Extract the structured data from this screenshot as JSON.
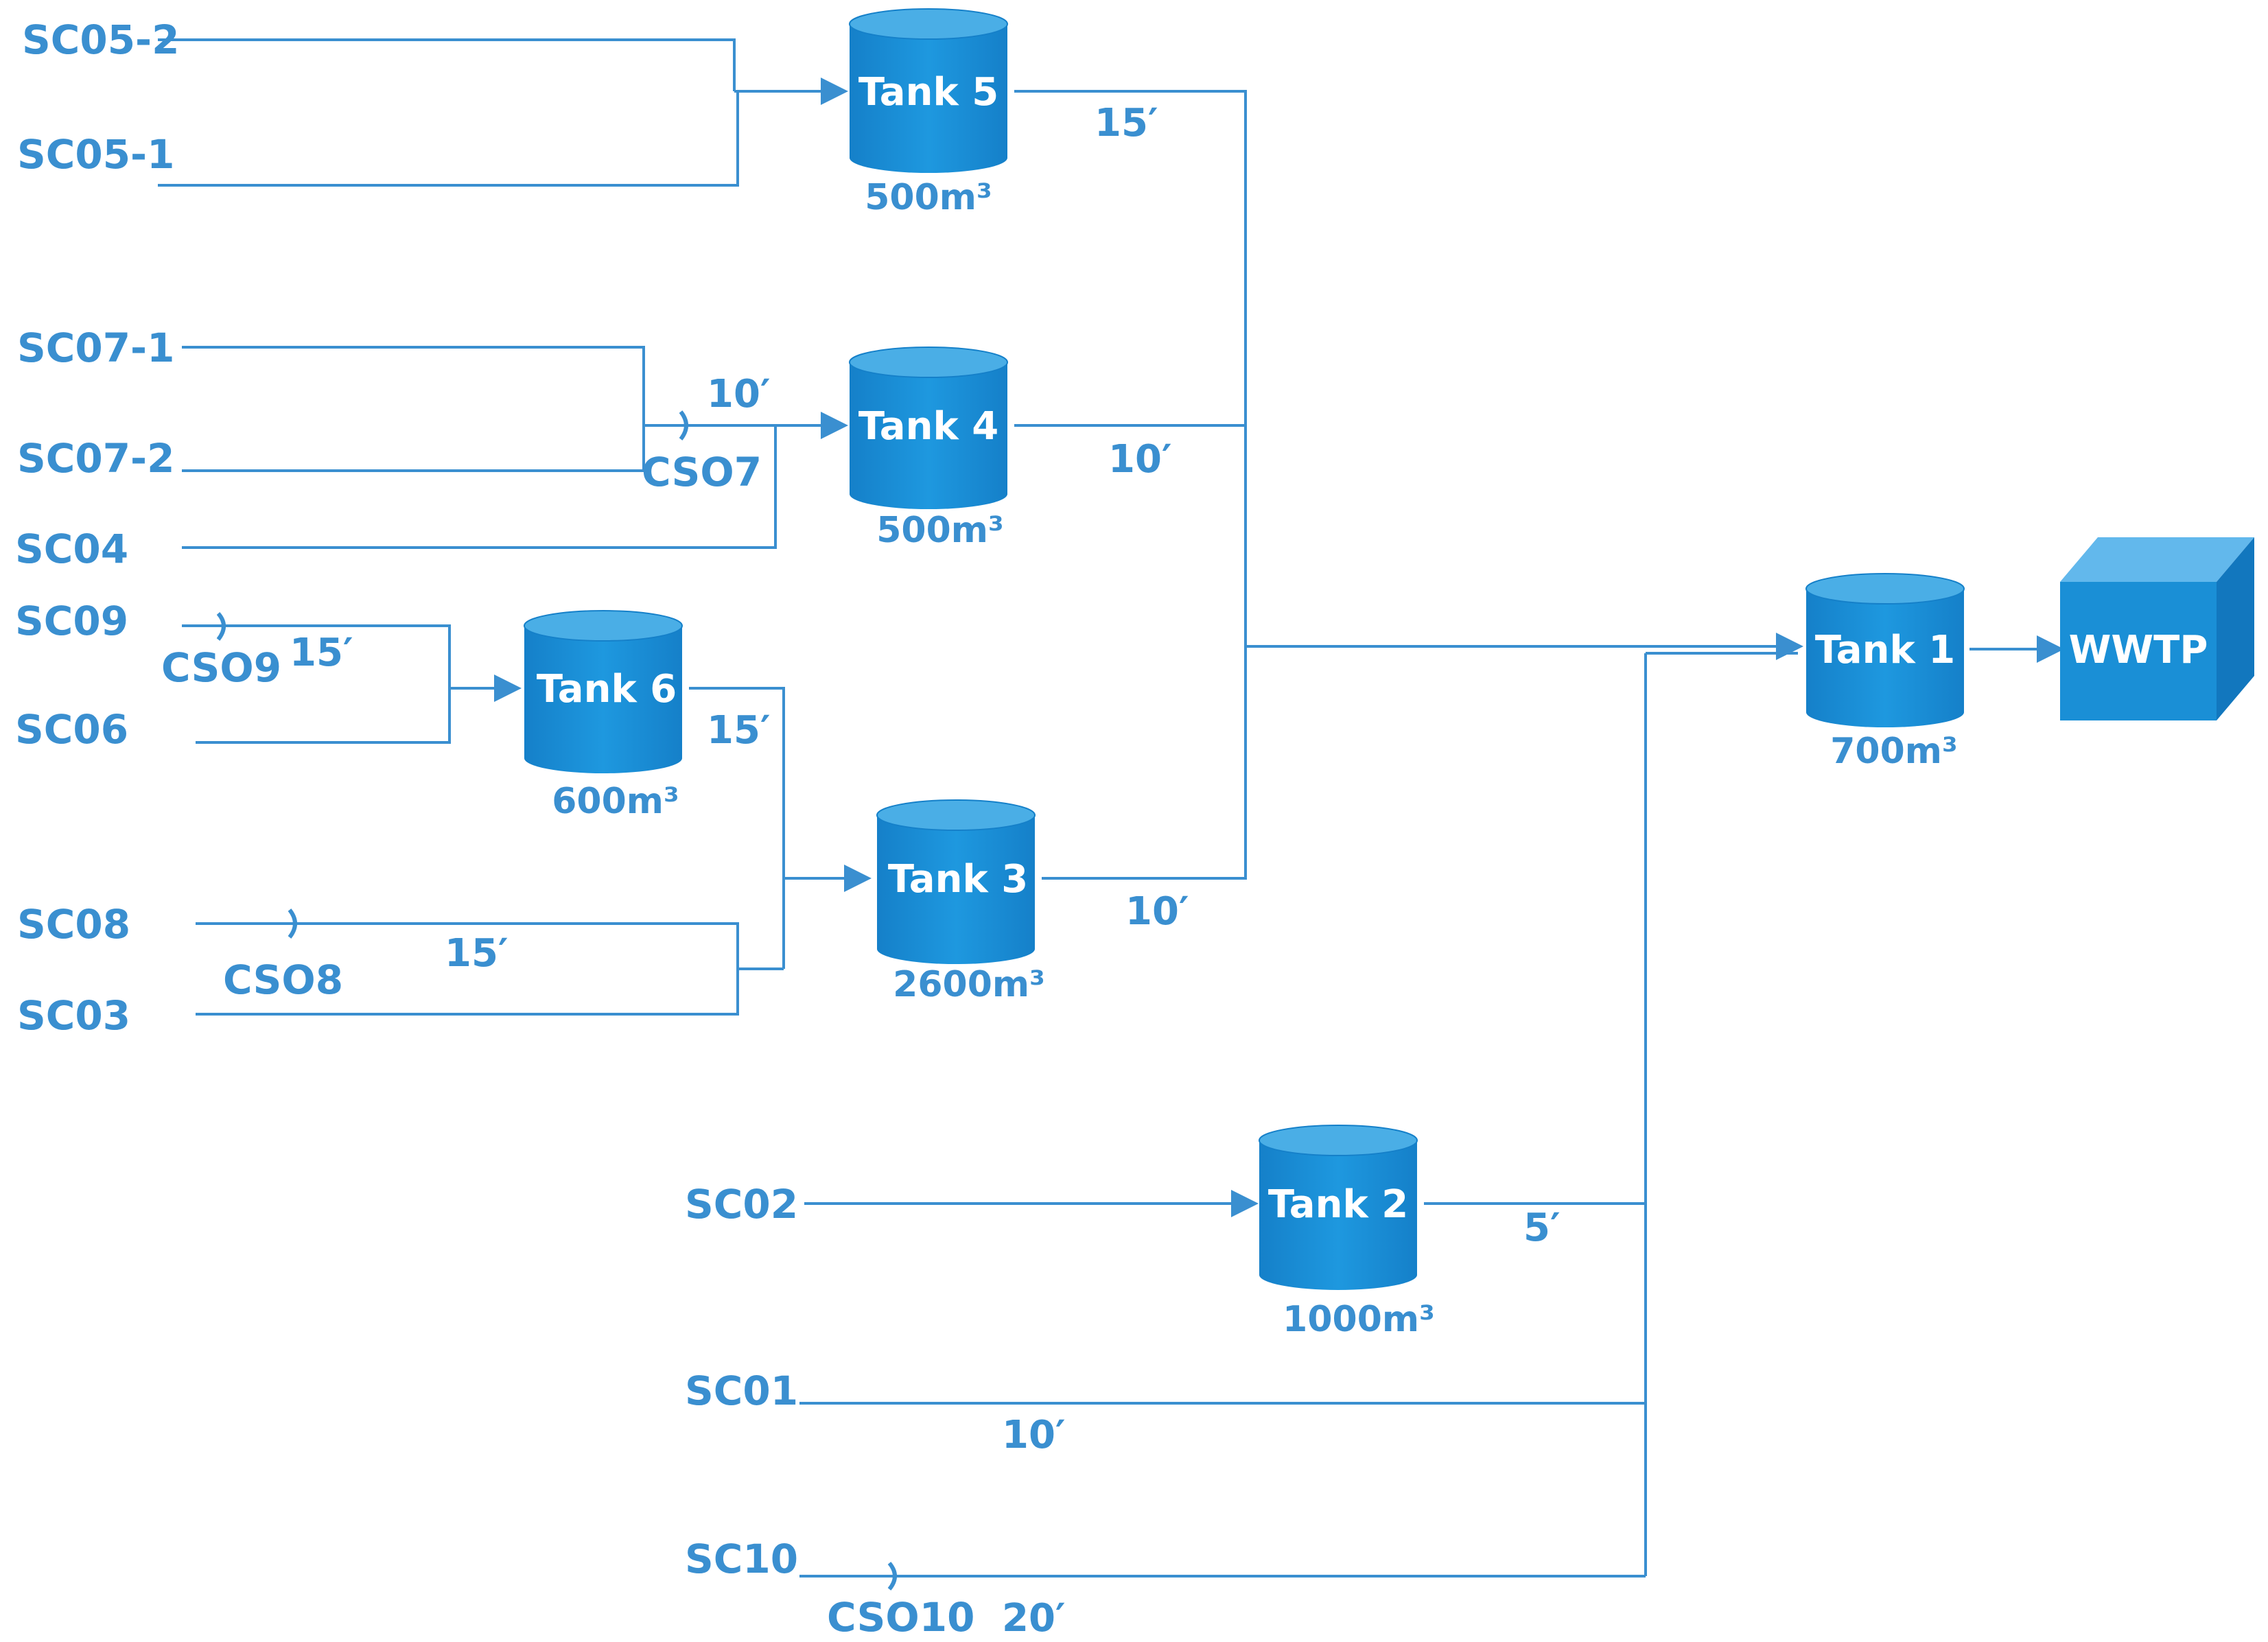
{
  "colors": {
    "line": "#3a8fd0",
    "tank": "#1a8fd6",
    "tank_top": "#4aaee6",
    "text": "#3a8fd0"
  },
  "sources": {
    "sc05_2": "SC05-2",
    "sc05_1": "SC05-1",
    "sc07_1": "SC07-1",
    "sc07_2": "SC07-2",
    "sc04": "SC04",
    "sc09": "SC09",
    "sc06": "SC06",
    "sc08": "SC08",
    "sc03": "SC03",
    "sc02": "SC02",
    "sc01": "SC01",
    "sc10": "SC10"
  },
  "cso": {
    "cso7": "CSO7",
    "cso9": "CSO9",
    "cso8": "CSO8",
    "cso10": "CSO10"
  },
  "tanks": {
    "tank5": {
      "name": "Tank 5",
      "volume": "500m³"
    },
    "tank4": {
      "name": "Tank 4",
      "volume": "500m³"
    },
    "tank6": {
      "name": "Tank 6",
      "volume": "600m³"
    },
    "tank3": {
      "name": "Tank 3",
      "volume": "2600m³"
    },
    "tank2": {
      "name": "Tank 2",
      "volume": "1000m³"
    },
    "tank1": {
      "name": "Tank 1",
      "volume": "700m³"
    }
  },
  "wwtp": "WWTP",
  "times": {
    "t_tank5": "15′",
    "t_sc07": "10′",
    "t_tank4": "10′",
    "t_sc09": "15′",
    "t_tank6": "15′",
    "t_sc08": "15′",
    "t_tank3": "10′",
    "t_tank2": "5′",
    "t_sc01": "10′",
    "t_sc10": "20′"
  }
}
